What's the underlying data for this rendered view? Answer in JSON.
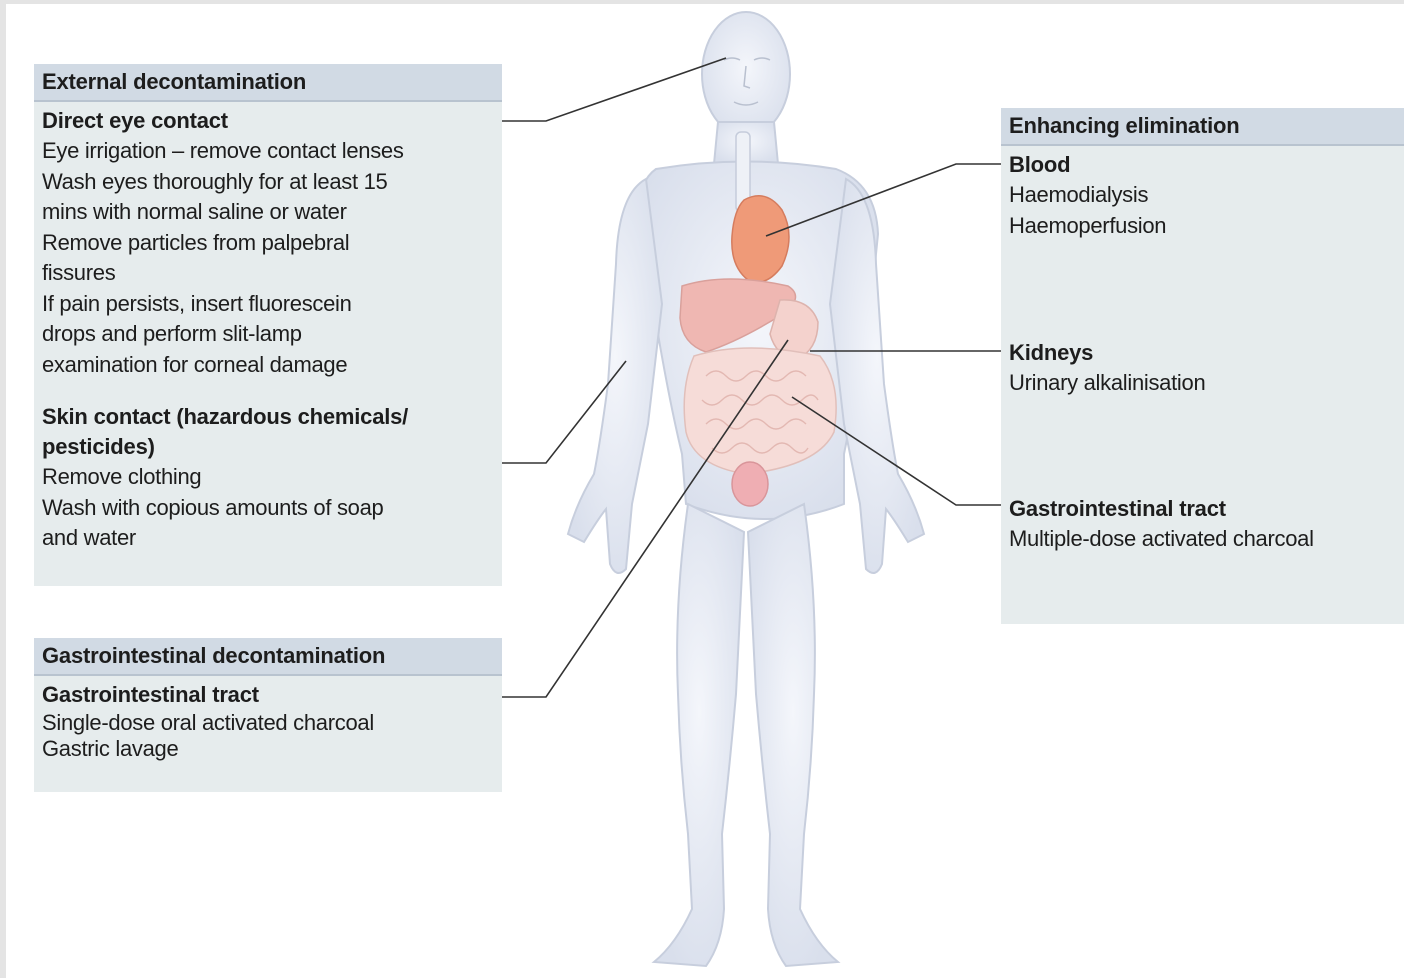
{
  "external": {
    "header": "External decontamination",
    "eye": {
      "title": "Direct eye contact",
      "lines": [
        "Eye irrigation – remove contact lenses",
        "Wash eyes thoroughly for at least 15",
        "mins with normal saline or water",
        "Remove particles from palpebral",
        "fissures",
        "If pain persists, insert fluorescein",
        "drops and perform slit-lamp",
        "examination for corneal damage"
      ]
    },
    "skin": {
      "title_line1": "Skin contact (hazardous chemicals/",
      "title_line2": "pesticides)",
      "lines": [
        "Remove clothing",
        "Wash with copious amounts of soap",
        "and water"
      ]
    }
  },
  "gi_decon": {
    "header": "Gastrointestinal decontamination",
    "title": "Gastrointestinal tract",
    "lines": [
      "Single-dose oral activated charcoal",
      "Gastric lavage"
    ]
  },
  "elimination": {
    "header": "Enhancing elimination",
    "blood": {
      "title": "Blood",
      "lines": [
        "Haemodialysis",
        "Haemoperfusion"
      ]
    },
    "kidneys": {
      "title": "Kidneys",
      "lines": [
        "Urinary alkalinisation"
      ]
    },
    "gi": {
      "title": "Gastrointestinal tract",
      "lines": [
        "Multiple-dose activated charcoal"
      ]
    }
  },
  "colors": {
    "panel_bg": "#e6eced",
    "header_bg": "#d1dae4",
    "body_fill": "#e6eaf4",
    "organ_fill": "#f1c9c4",
    "heart_fill": "#ef9a78"
  }
}
